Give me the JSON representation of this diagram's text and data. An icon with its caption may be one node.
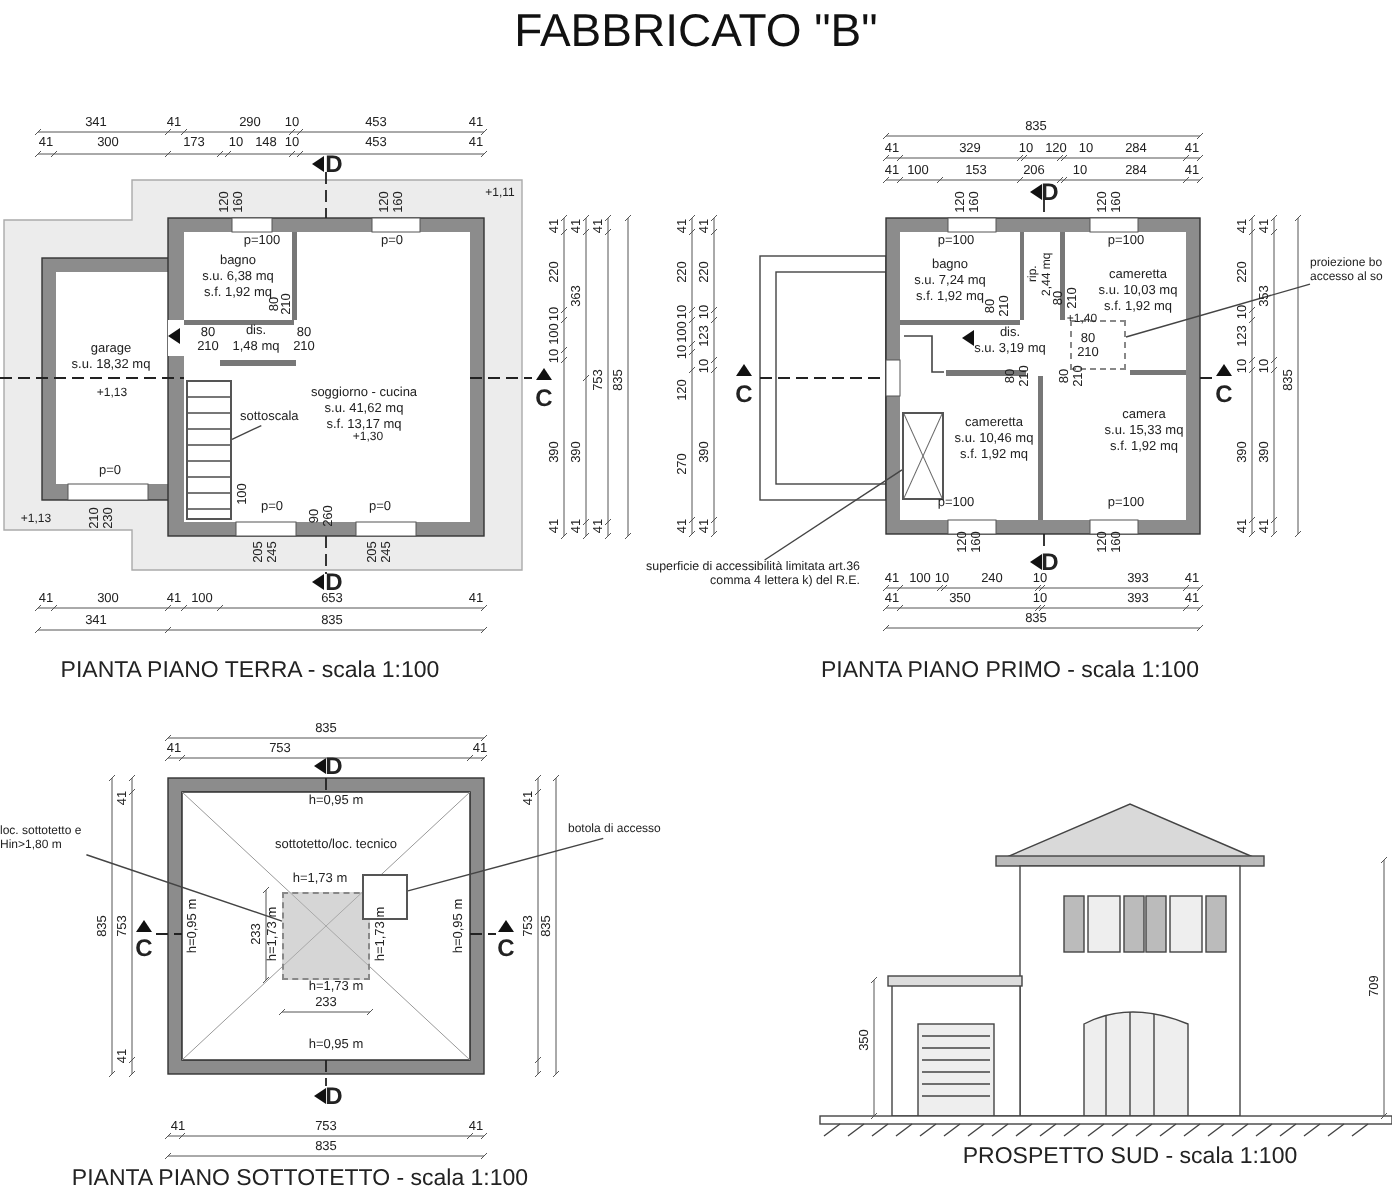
{
  "diagram": {
    "title": "FABBRICATO \"B\"",
    "nodes": [
      {
        "text": [
          "bagno",
          "s.u. 6,38 mq",
          "s.f. 1,92 mq"
        ]
      },
      {
        "text": [
          "garage",
          "s.u. 18,32 mq"
        ]
      },
      {
        "text": [
          "dis.",
          "1,48 mq"
        ]
      },
      {
        "text": [
          "soggiorno - cucina",
          "s.u. 41,62 mq",
          "s.f. 13,17 mq"
        ]
      },
      {
        "text": [
          "sottoscala"
        ]
      },
      {
        "text": [],
        "shape": "box"
      },
      {
        "text": [
          "bagno",
          "s.u. 7,24 mq",
          "s.f. 1,92 mq"
        ]
      },
      {
        "text": [
          "rip.",
          "2,44 mq"
        ]
      },
      {
        "text": [
          "cameretta",
          "s.u. 10,03 mq",
          "s.f. 1,92 mq"
        ]
      },
      {
        "text": [
          "dis.",
          "s.u. 3,19 mq"
        ]
      },
      {
        "text": [
          "cameretta",
          "s.u. 10,46 mq",
          "s.f. 1,92 mq"
        ]
      },
      {
        "text": [
          "camera",
          "s.u. 15,33 mq",
          "s.f. 1,92 mq"
        ]
      },
      {
        "text": [
          "superficie di accessibilità limitata art.36 comma 4 lettera k) del R.E."
        ]
      },
      {
        "text": [],
        "shape": "box"
      },
      {
        "text": [
          "proiezione bo accesso al so"
        ]
      },
      {
        "text": [],
        "shape": "box"
      },
      {
        "text": [
          "loc. sottotetto e Hin>1,80 m"
        ]
      },
      {
        "text": [],
        "shape": "box"
      },
      {
        "text": [
          "botola di accesso"
        ]
      },
      {
        "text": [],
        "shape": "box"
      }
    ],
    "edges": [
      {
        "from": 4,
        "to": 5,
        "arrow": "none"
      },
      {
        "from": 12,
        "to": 13,
        "arrow": "none"
      },
      {
        "from": 14,
        "to": 15,
        "arrow": "none"
      },
      {
        "from": 16,
        "to": 17,
        "arrow": "none"
      },
      {
        "from": 18,
        "to": 19,
        "arrow": "none"
      }
    ],
    "labels": [
      "D",
      "341",
      "41",
      "290",
      "10",
      "453",
      "41",
      "41",
      "300",
      "173",
      "10",
      "148",
      "10",
      "453",
      "41",
      "835",
      "41",
      "329",
      "10",
      "120",
      "10",
      "284",
      "41",
      "41",
      "100",
      "153",
      "206",
      "10",
      "284",
      "41",
      "D",
      "120",
      "160",
      "120",
      "160",
      "+1,11",
      "p=100",
      "p=0",
      "80",
      "210",
      "80",
      "210",
      "80",
      "210",
      "+1,13",
      "+1,30",
      "p=0",
      "210",
      "230",
      "100",
      "p=0",
      "90",
      "260",
      "p=0",
      "205",
      "245",
      "205",
      "245",
      "+1,13",
      "41",
      "220",
      "10",
      "100",
      "10",
      "390",
      "41",
      "41",
      "363",
      "390",
      "41",
      "41",
      "753",
      "41",
      "835",
      "C",
      "41",
      "220",
      "10",
      "100",
      "10",
      "120",
      "270",
      "41",
      "41",
      "220",
      "10",
      "123",
      "10",
      "390",
      "41",
      "C",
      "120",
      "160",
      "120",
      "160",
      "p=100",
      "p=100",
      "80",
      "210",
      "80",
      "210",
      "+1,40",
      "80",
      "210",
      "80",
      "210",
      "80",
      "210",
      "p=100",
      "p=100",
      "120",
      "160",
      "120",
      "160",
      "D",
      "41",
      "100",
      "10",
      "240",
      "10",
      "393",
      "41",
      "41",
      "350",
      "10",
      "393",
      "41",
      "835",
      "41",
      "220",
      "10",
      "123",
      "10",
      "390",
      "41",
      "41",
      "353",
      "10",
      "390",
      "41",
      "835",
      "C",
      "D",
      "41",
      "300",
      "41",
      "100",
      "653",
      "41",
      "341",
      "835",
      "PIANTA PIANO TERRA - scala 1:100",
      "PIANTA PIANO PRIMO - scala 1:100",
      "835",
      "41",
      "753",
      "41",
      "D",
      "h=0,95 m",
      "sottotetto/loc. tecnico",
      "h=1,73 m",
      "C",
      "835",
      "753",
      "41",
      "41",
      "h=0,95 m",
      "233",
      "h=1,73 m",
      "h=1,73 m",
      "h=0,95 m",
      "C",
      "41",
      "753",
      "835",
      "h=1,73 m",
      "233",
      "h=0,95 m",
      "D",
      "41",
      "753",
      "41",
      "835",
      "PIANTA PIANO SOTTOTETTO - scala 1:100",
      "350",
      "709",
      "PROSPETTO SUD - scala 1:100"
    ]
  }
}
